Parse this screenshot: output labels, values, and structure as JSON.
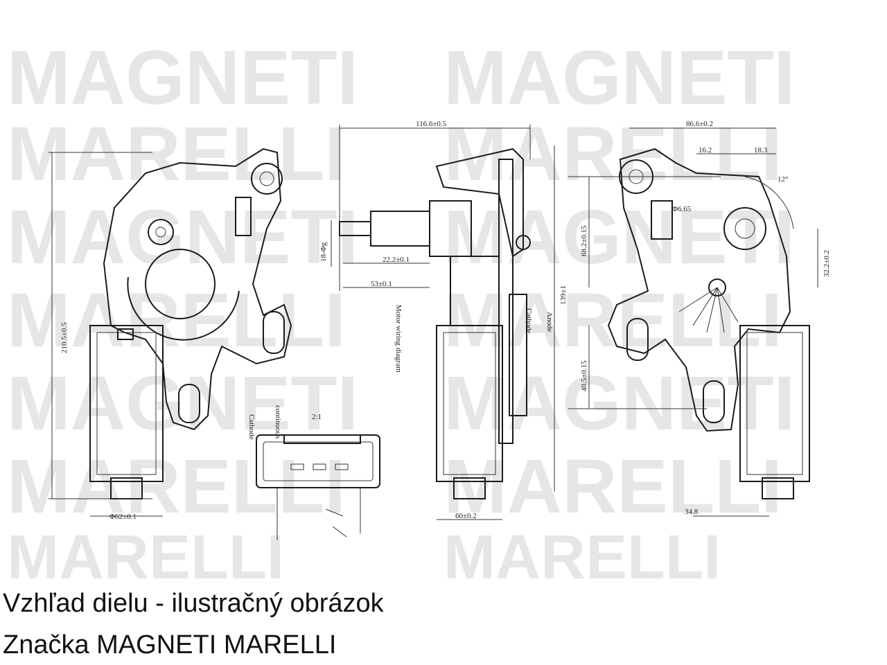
{
  "watermark": {
    "line_a": "MAGNETI",
    "line_b": "MARELLI",
    "color": "#e6e6e6"
  },
  "dimensions": {
    "front_height": "210.5±0.5",
    "front_width": "Φ62±0.1",
    "side_total": "116.6±0.5",
    "side_h": "18-Φg",
    "side_d1": "22.2±0.1",
    "side_d2": "53±0.1",
    "side_height": "139±1",
    "side_base": "60±0.2",
    "rear_width": "86.6±0.2",
    "rear_d1": "16.2",
    "rear_d2": "18.3",
    "rear_angle": "12°",
    "rear_hole": "Φ6.65",
    "rear_h1": "68.2±0.15",
    "rear_h2": "40.5±0.15",
    "rear_h3": "32.2±0.2",
    "rear_base": "34.8"
  },
  "wiring": {
    "title": "Motor wiring diagram",
    "anode": "Anode",
    "cathode": "Cathode",
    "continuous": "continuous",
    "scale": "2:1"
  },
  "captions": {
    "view": "Vzhľad dielu - ilustračný obrázok",
    "brand": "Značka MAGNETI MARELLI"
  }
}
